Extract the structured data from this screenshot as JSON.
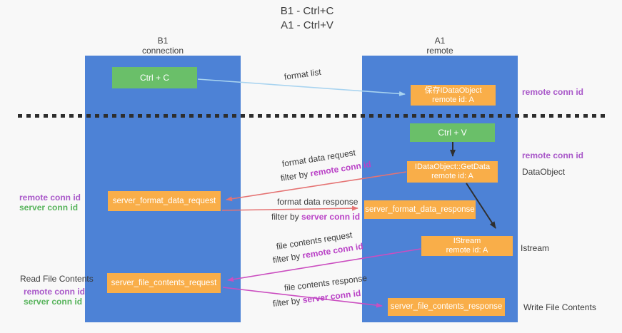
{
  "title": {
    "line1": "B1 - Ctrl+C",
    "line2": "A1 - Ctrl+V"
  },
  "lanes": {
    "left": {
      "name": "B1",
      "role": "connection"
    },
    "right": {
      "name": "A1",
      "role": "remote"
    }
  },
  "boxes": {
    "ctrl_c": {
      "label": "Ctrl + C"
    },
    "save_dataobject": {
      "line1": "保存IDataObject",
      "line2": "remote id: A"
    },
    "ctrl_v": {
      "label": "Ctrl + V"
    },
    "getdata": {
      "line1": "IDataObject::GetData",
      "line2": "remote id: A"
    },
    "format_request": {
      "label": "server_format_data_request"
    },
    "format_response": {
      "label": "server_format_data_response"
    },
    "istream": {
      "line1": "IStream",
      "line2": "remote id: A"
    },
    "file_request": {
      "label": "server_file_contents_request"
    },
    "file_response": {
      "label": "server_file_contents_response"
    }
  },
  "annotations": {
    "right_remote_conn_1": "remote conn id",
    "right_remote_conn_2": "remote conn id",
    "dataobject": "DataObject",
    "istream": "Istream",
    "write_file": "Write File Contents",
    "left_remote_conn_1": "remote conn id",
    "left_server_conn_1": "server conn id",
    "read_file": "Read File Contents",
    "left_remote_conn_2": "remote conn id",
    "left_server_conn_2": "server conn id"
  },
  "arrow_labels": {
    "format_list": "format list",
    "format_request": "format data request",
    "format_request_filter": {
      "prefix": "filter by",
      "highlight": "remote conn id"
    },
    "format_response": "format data response",
    "format_response_filter": {
      "prefix": "filter by",
      "highlight": "server conn id"
    },
    "file_request": "file contents request",
    "file_request_filter": {
      "prefix": "filter by",
      "highlight": "remote conn id"
    },
    "file_response": "file contents response",
    "file_response_filter": {
      "prefix": "filter by",
      "highlight": "server conn id"
    }
  },
  "colors": {
    "lane-blue": "#4d82d6",
    "box-green": "#6abf69",
    "box-orange": "#f9ae49",
    "arrow-red": "#e57373",
    "arrow-magenta": "#cb4ec0",
    "arrow-lightblue": "#a9d4f0",
    "arrow-black": "#2f2f2f",
    "text-purple": "#a958c9",
    "text-green": "#58b45c",
    "highlight-magenta": "#ba43c7",
    "text-dark": "#3d3d3d"
  }
}
